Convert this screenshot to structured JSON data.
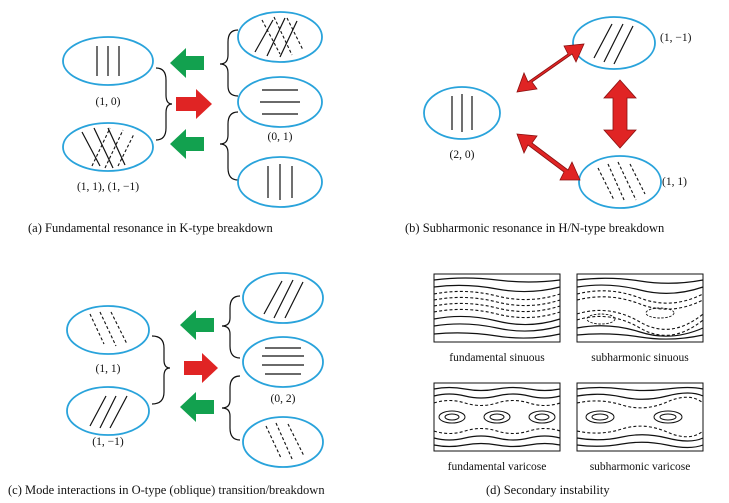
{
  "panels": {
    "a": {
      "caption": "(a) Fundamental resonance in K-type breakdown",
      "labels": [
        "(1, 0)",
        "(1, 1), (1, −1)",
        "(0, 1)"
      ]
    },
    "b": {
      "caption": "(b) Subharmonic resonance in H/N-type breakdown",
      "labels": [
        "(2, 0)",
        "(1, −1)",
        "(1, 1)"
      ]
    },
    "c": {
      "caption": "(c) Mode interactions in O-type (oblique) transition/breakdown",
      "labels": [
        "(1, 1)",
        "(1, −1)",
        "(0, 2)"
      ]
    },
    "d": {
      "caption": "(d) Secondary instability",
      "labels": [
        "fundamental sinuous",
        "subharmonic sinuous",
        "fundamental varicose",
        "subharmonic varicose"
      ]
    }
  },
  "colors": {
    "ellipse": "#29a3db",
    "arrow_green": "#12a14f",
    "arrow_red": "#e02424"
  }
}
